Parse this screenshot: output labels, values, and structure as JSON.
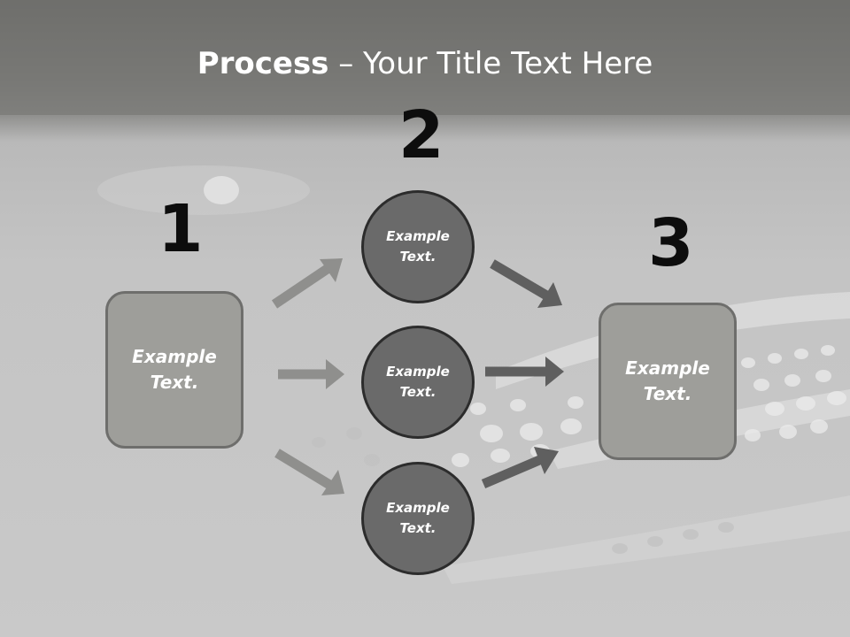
{
  "title": {
    "bold": "Process",
    "rest": " – Your Title Text Here"
  },
  "steps": [
    {
      "number": "1",
      "text": "Example\nText."
    },
    {
      "number": "2",
      "text": "Example\nText."
    },
    {
      "number": "3",
      "text": "Example\nText."
    }
  ],
  "circles": [
    {
      "text": "Example\nText."
    },
    {
      "text": "Example\nText."
    },
    {
      "text": "Example\nText."
    }
  ],
  "colors": {
    "box_fill": "#9e9e9a",
    "circle_fill": "#6a6a6a",
    "arrow_light": "#8f8f8d",
    "arrow_dark": "#5f5f5f",
    "number": "#0d0d0d"
  }
}
